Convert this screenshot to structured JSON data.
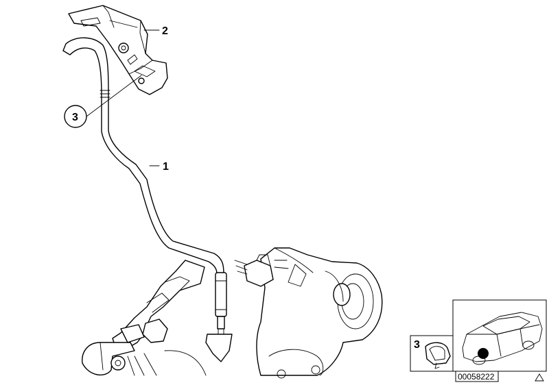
{
  "callouts": {
    "part1": "1",
    "part2": "2",
    "part3": "3",
    "inset_part3": "3"
  },
  "document_number": "00058222",
  "colors": {
    "line": "#000000",
    "background": "#ffffff"
  },
  "icons": {
    "corner": "triangle-outline-icon"
  }
}
